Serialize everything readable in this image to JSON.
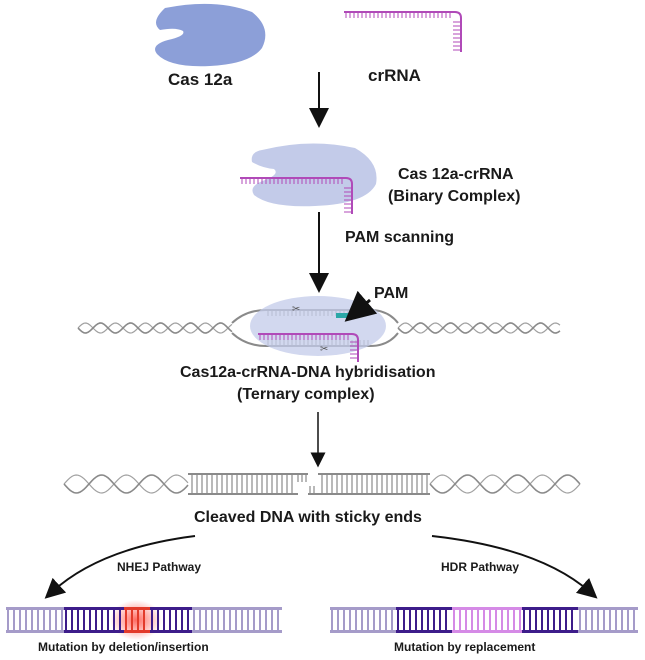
{
  "labels": {
    "cas12a": "Cas 12a",
    "crrna": "crRNA",
    "binary_line1": "Cas 12a-crRNA",
    "binary_line2": "(Binary Complex)",
    "pam_scanning": "PAM scanning",
    "pam": "PAM",
    "ternary_line1": "Cas12a-crRNA-DNA hybridisation",
    "ternary_line2": "(Ternary complex)",
    "cleaved": "Cleaved DNA with sticky ends",
    "nhej": "NHEJ Pathway",
    "hdr": "HDR Pathway",
    "mutation_deletion": "Mutation by deletion/insertion",
    "mutation_replacement": "Mutation by replacement"
  },
  "colors": {
    "protein": "#8c9fd8",
    "protein_light": "#c3cbe9",
    "crrna": "#b04ab8",
    "dna_grey": "#8a8a8a",
    "pam": "#2aa7a7",
    "repair_light": "#a59bc9",
    "repair_dark": "#3d1c8a",
    "mutation_red": "#e23a2a",
    "replacement_pink": "#d58ae6"
  }
}
